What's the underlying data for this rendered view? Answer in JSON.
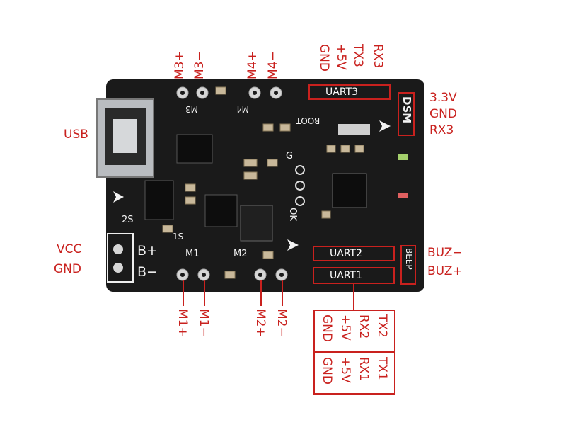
{
  "board": {
    "pcb_color": "#1a1a1a",
    "accent_color": "#c9211e"
  },
  "labels": {
    "usb": "USB",
    "vcc": "VCC",
    "gnd_left": "GND",
    "dsm": {
      "v33": "3.3V",
      "gnd": "GND",
      "rx3": "RX3"
    },
    "buz_minus": "BUZ−",
    "buz_plus": "BUZ+"
  },
  "top_pins": {
    "m3_plus": "M3+",
    "m3_minus": "M3−",
    "m4_plus": "M4+",
    "m4_minus": "M4−",
    "uart3_gnd": "GND",
    "uart3_5v": "+5V",
    "uart3_tx": "TX3",
    "uart3_rx": "RX3"
  },
  "bottom_pins": {
    "m1_plus": "M1+",
    "m1_minus": "M1−",
    "m2_plus": "M2+",
    "m2_minus": "M2−"
  },
  "uart_table": {
    "row1": [
      "GND",
      "+5V",
      "RX2",
      "TX2"
    ],
    "row2": [
      "GND",
      "+5V",
      "RX1",
      "TX1"
    ]
  },
  "silkscreen": {
    "uart3": "UART3",
    "uart2": "UART2",
    "uart1": "UART1",
    "dsm": "DSM",
    "beep": "BEEP",
    "m3": "M3",
    "m4": "M4",
    "m1": "M1",
    "m2": "M2",
    "b_plus": "B+",
    "b_minus": "B−",
    "two_s": "2S",
    "one_s": "1S",
    "boot": "BOOT",
    "ok": "OK",
    "g": "G"
  }
}
